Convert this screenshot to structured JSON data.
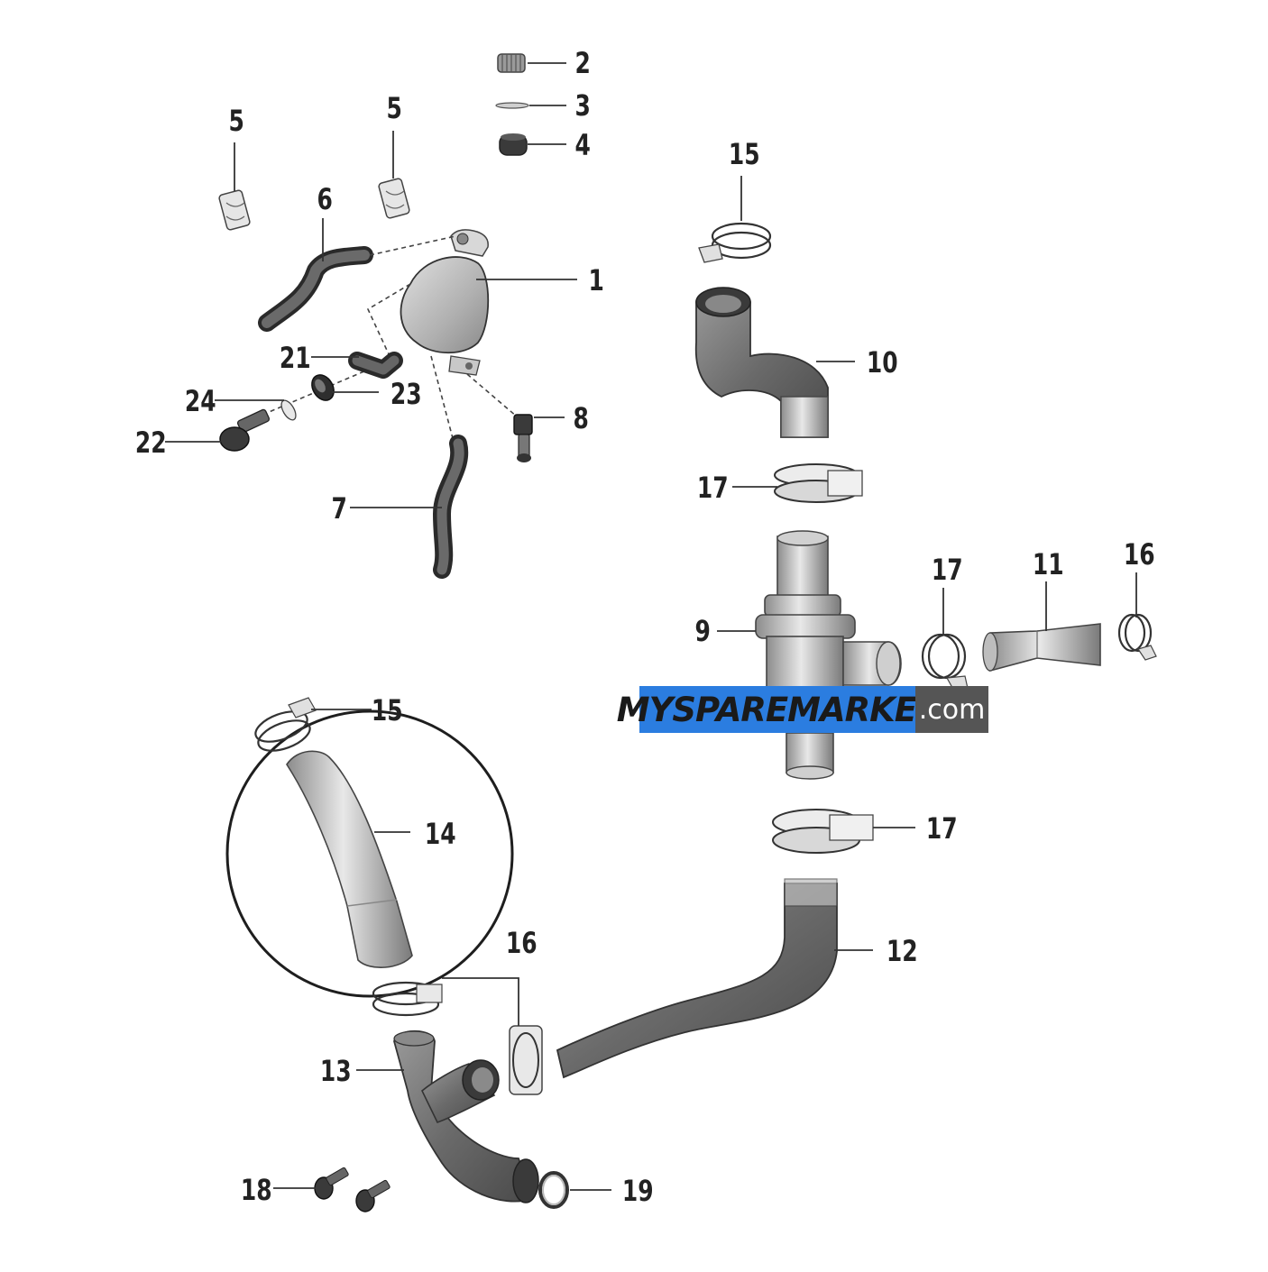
{
  "diagram": {
    "callouts": [
      {
        "id": "c1",
        "text": "1"
      },
      {
        "id": "c2",
        "text": "2"
      },
      {
        "id": "c3",
        "text": "3"
      },
      {
        "id": "c4",
        "text": "4"
      },
      {
        "id": "c5a",
        "text": "5"
      },
      {
        "id": "c5b",
        "text": "5"
      },
      {
        "id": "c6",
        "text": "6"
      },
      {
        "id": "c7",
        "text": "7"
      },
      {
        "id": "c8",
        "text": "8"
      },
      {
        "id": "c9",
        "text": "9"
      },
      {
        "id": "c10",
        "text": "10"
      },
      {
        "id": "c11",
        "text": "11"
      },
      {
        "id": "c12",
        "text": "12"
      },
      {
        "id": "c13",
        "text": "13"
      },
      {
        "id": "c14",
        "text": "14"
      },
      {
        "id": "c15a",
        "text": "15"
      },
      {
        "id": "c15b",
        "text": "15"
      },
      {
        "id": "c16a",
        "text": "16"
      },
      {
        "id": "c16b",
        "text": "16"
      },
      {
        "id": "c17a",
        "text": "17"
      },
      {
        "id": "c17b",
        "text": "17"
      },
      {
        "id": "c17c",
        "text": "17"
      },
      {
        "id": "c18",
        "text": "18"
      },
      {
        "id": "c19",
        "text": "19"
      },
      {
        "id": "c21",
        "text": "21"
      },
      {
        "id": "c22",
        "text": "22"
      },
      {
        "id": "c23",
        "text": "23"
      },
      {
        "id": "c24",
        "text": "24"
      }
    ]
  },
  "watermark": {
    "main": "MYSPAREMARKET",
    "tld": ".com",
    "main_bg": "#2b7de0",
    "tld_bg": "#555555"
  },
  "colors": {
    "part_dark": "#3c3c3c",
    "part_mid": "#8a8a8a",
    "part_light": "#cfcfcf",
    "outline": "#222222"
  }
}
